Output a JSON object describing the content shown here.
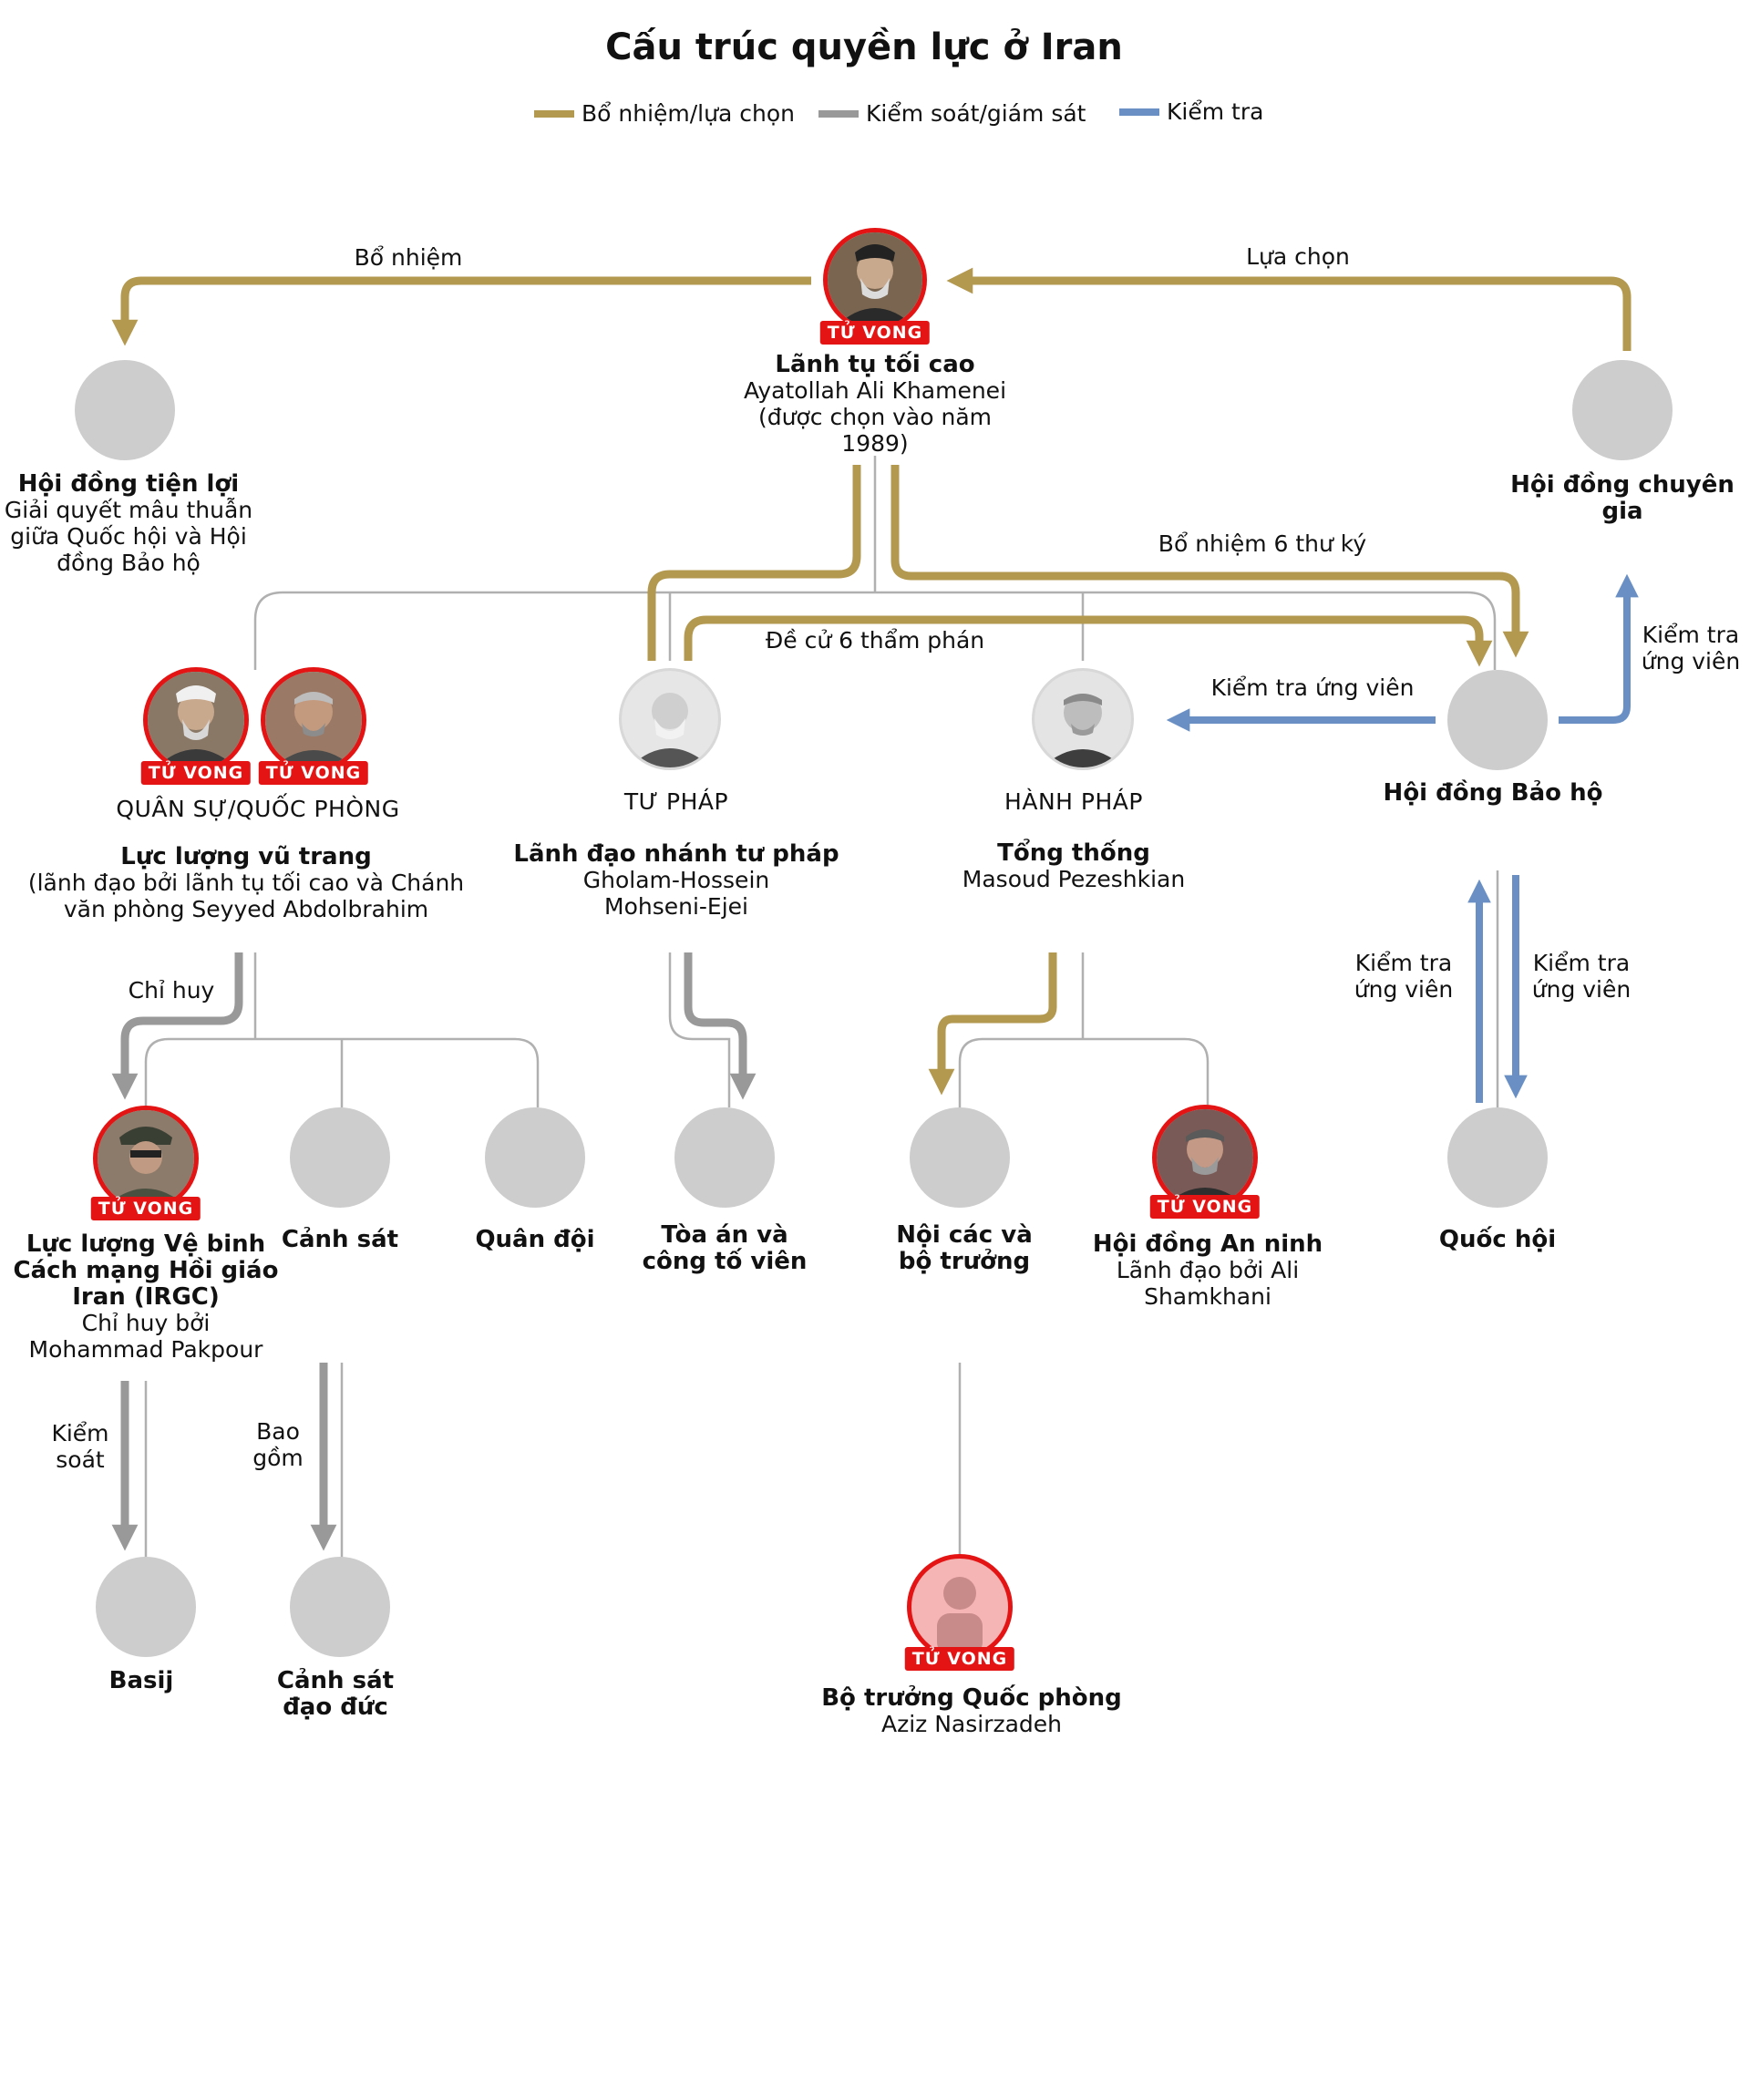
{
  "title": "Cấu trúc quyền lực ở Iran",
  "legend": [
    {
      "label": "Bổ nhiệm/lựa chọn",
      "color": "#b39950"
    },
    {
      "label": "Kiểm soát/giám sát",
      "color": "#999999"
    },
    {
      "label": "Kiểm tra",
      "color": "#6a8fc4"
    }
  ],
  "badge_text": "TỬ VONG",
  "colors": {
    "appoint": "#b39950",
    "control": "#999999",
    "check": "#6a8fc4",
    "thin": "#b0b0b0",
    "dead": "#e41414",
    "placeholder": "#cdcdcd"
  },
  "nodes": {
    "leader": {
      "name": "Lãnh tụ tối cao",
      "line1": "Ayatollah Ali Khamenei",
      "line2": "(được chọn vào năm",
      "line3": "1989)",
      "dead": true
    },
    "expediency": {
      "name": "Hội đồng tiện lợi",
      "line1": "Giải quyết mâu thuẫn",
      "line2": "giữa Quốc hội và Hội",
      "line3": "đồng Bảo hộ"
    },
    "experts": {
      "name1": "Hội đồng chuyên",
      "name2": "gia"
    },
    "military": {
      "category": "QUÂN SỰ/QUỐC PHÒNG",
      "name": "Lực lượng vũ trang",
      "line1": "(lãnh đạo bởi lãnh tụ tối cao và Chánh",
      "line2": "văn phòng Seyyed Abdolbrahim"
    },
    "judiciary": {
      "category": "TƯ PHÁP",
      "name": "Lãnh đạo nhánh tư pháp",
      "line1": "Gholam-Hossein",
      "line2": "Mohseni-Ejei"
    },
    "executive": {
      "category": "HÀNH PHÁP",
      "name": "Tổng thống",
      "line1": "Masoud Pezeshkian"
    },
    "guardian": {
      "name": "Hội đồng Bảo hộ"
    },
    "irgc": {
      "name1": "Lực lượng Vệ binh",
      "name2": "Cách mạng Hồi giáo",
      "name3": "Iran (IRGC)",
      "line1": "Chỉ huy bởi",
      "line2": "Mohammad Pakpour"
    },
    "police": {
      "name": "Cảnh sát"
    },
    "army": {
      "name": "Quân đội"
    },
    "courts": {
      "name1": "Tòa án và",
      "name2": "công tố viên"
    },
    "cabinet": {
      "name1": "Nội các và",
      "name2": "bộ trưởng"
    },
    "security": {
      "name": "Hội đồng An ninh",
      "line1": "Lãnh đạo bởi Ali",
      "line2": "Shamkhani"
    },
    "parliament": {
      "name": "Quốc hội"
    },
    "basij": {
      "name": "Basij"
    },
    "morality": {
      "name1": "Cảnh sát",
      "name2": "đạo đức"
    },
    "defense_minister": {
      "name": "Bộ trưởng Quốc phòng",
      "line1": "Aziz Nasirzadeh"
    }
  },
  "edge_labels": {
    "appoint": "Bổ nhiệm",
    "select": "Lựa chọn",
    "appoint6": "Bổ nhiệm 6 thư ký",
    "nominate6": "Đề cử 6 thẩm phán",
    "vet_exec": "Kiểm tra ứng viên",
    "vet_experts_1": "Kiểm tra",
    "vet_experts_2": "ứng viên",
    "vet_left_1": "Kiểm tra",
    "vet_left_2": "ứng viên",
    "vet_right_1": "Kiểm tra",
    "vet_right_2": "ứng viên",
    "command": "Chỉ huy",
    "control_1": "Kiểm",
    "control_2": "soát",
    "include_1": "Bao",
    "include_2": "gồm"
  }
}
